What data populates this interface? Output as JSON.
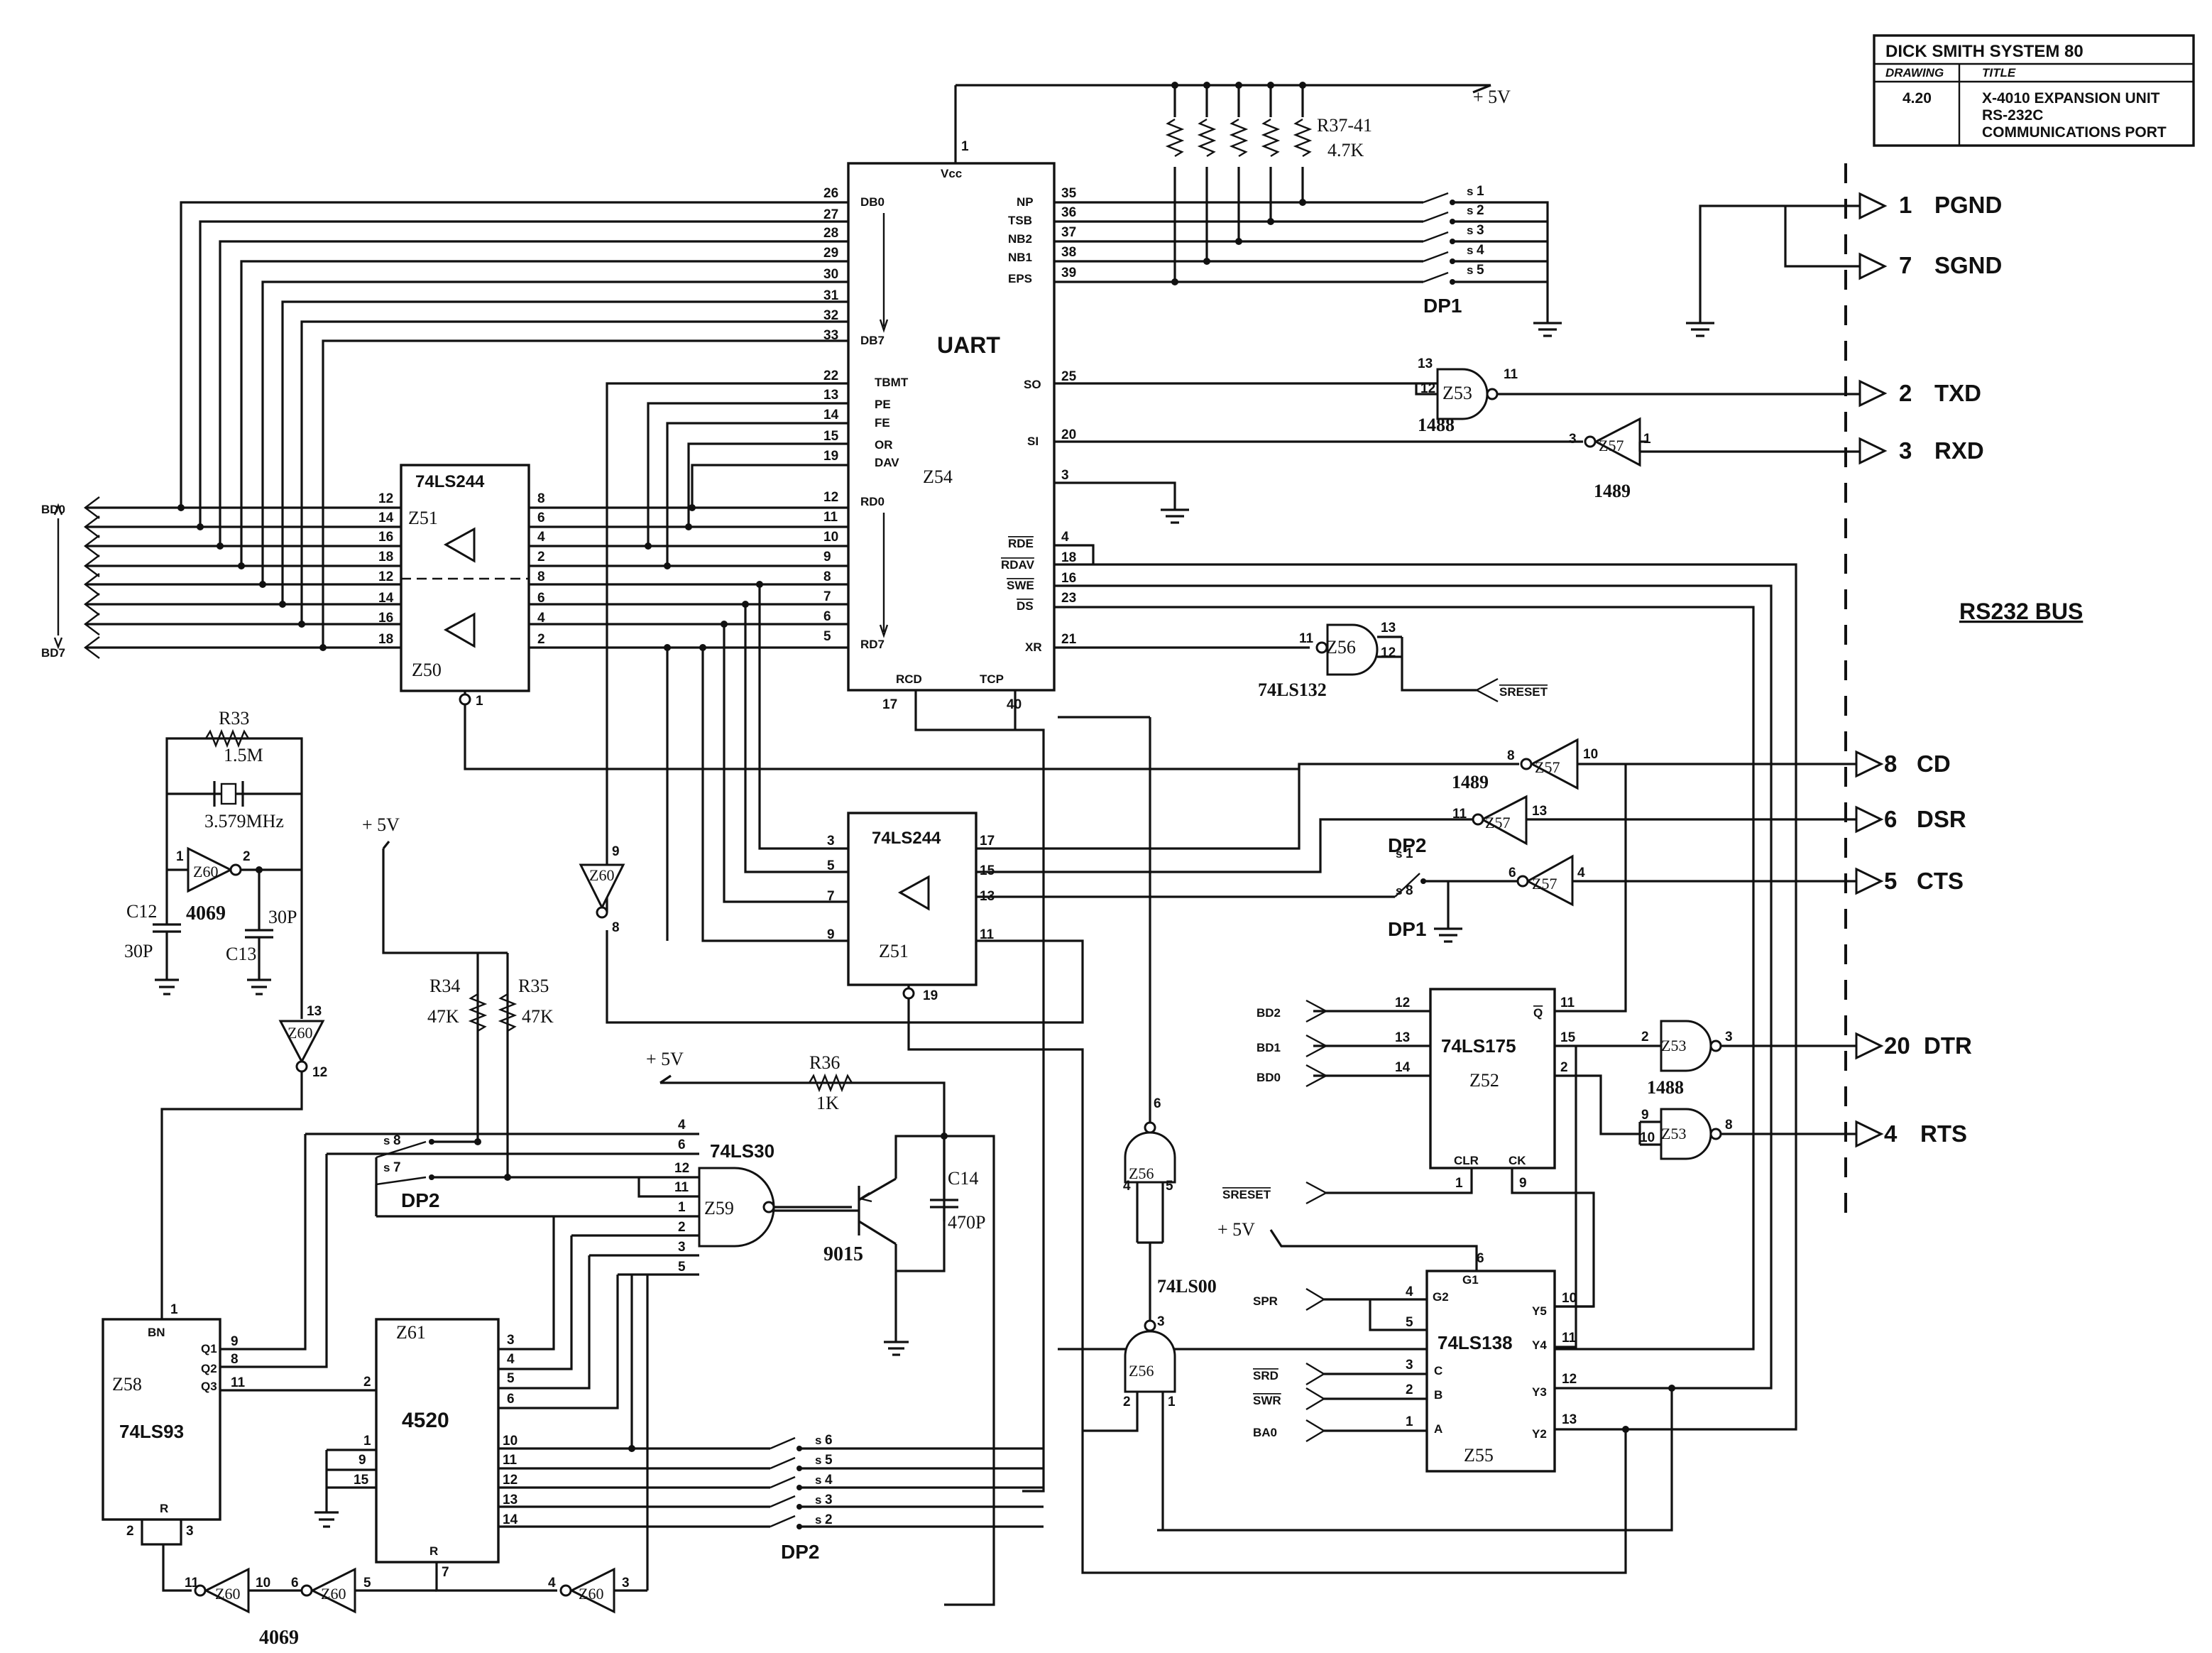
{
  "title_block": {
    "company": "DICK SMITH SYSTEM 80",
    "drawing_label": "DRAWING",
    "title_label": "TITLE",
    "drawing_number": "4.20",
    "title_line1": "X-4010 EXPANSION UNIT",
    "title_line2": "RS-232C",
    "title_line3": "COMMUNICATIONS PORT"
  },
  "bus_label": "RS232 BUS",
  "ports": [
    {
      "num": "1",
      "name": "PGND"
    },
    {
      "num": "7",
      "name": "SGND"
    },
    {
      "num": "2",
      "name": "TXD"
    },
    {
      "num": "3",
      "name": "RXD"
    },
    {
      "num": "8",
      "name": "CD"
    },
    {
      "num": "6",
      "name": "DSR"
    },
    {
      "num": "5",
      "name": "CTS"
    },
    {
      "num": "20",
      "name": "DTR"
    },
    {
      "num": "4",
      "name": "RTS"
    }
  ],
  "uart": {
    "name": "UART",
    "ref": "Z54",
    "vcc": "Vcc",
    "vcc_pin": "1",
    "left_pins": [
      "26",
      "27",
      "28",
      "29",
      "30",
      "31",
      "32",
      "33"
    ],
    "db_top": "DB0",
    "db_bottom": "DB7",
    "status_pins": [
      "22",
      "13",
      "14",
      "15",
      "19"
    ],
    "status_names": [
      "TBMT",
      "PE",
      "FE",
      "OR",
      "DAV"
    ],
    "rd_pins": [
      "12",
      "11",
      "10",
      "9",
      "8",
      "7",
      "6",
      "5"
    ],
    "rd_top": "RD0",
    "rd_bottom": "RD7",
    "right_pins": [
      "35",
      "36",
      "37",
      "38",
      "39"
    ],
    "right_names": [
      "NP",
      "TSB",
      "NB2",
      "NB1",
      "EPS"
    ],
    "so_pin": "25",
    "so_name": "SO",
    "si_pin": "20",
    "si_name": "SI",
    "gnd_pin": "3",
    "ctl_pins": [
      "4",
      "18",
      "16",
      "23"
    ],
    "ctl_names": [
      "RDE",
      "RDAV",
      "SWE",
      "DS"
    ],
    "xr_pin": "21",
    "xr_name": "XR",
    "rcd": "RCD",
    "tcp": "TCP",
    "rcd_pin": "17",
    "tcp_pin": "40"
  },
  "supply": "+ 5V",
  "resistor_net": {
    "ref": "R37-41",
    "value": "4.7K"
  },
  "dp1_switches": [
    "1",
    "2",
    "3",
    "4",
    "5"
  ],
  "switch_mark": "s",
  "dp1_label": "DP1",
  "dp2_label": "DP2",
  "gates": {
    "z53_txd": {
      "ref": "Z53",
      "part": "1488",
      "in1": "13",
      "in2": "12",
      "out": "11"
    },
    "z57_rxd": {
      "ref": "Z57",
      "part": "1489",
      "in": "3",
      "out": "1"
    },
    "z56_reset": {
      "ref": "Z56",
      "part": "74LS132",
      "p11": "11",
      "p13": "13",
      "p12": "12"
    },
    "z57_cd": {
      "ref": "Z57",
      "part": "1489",
      "in": "8",
      "out": "10"
    },
    "z57_dsr": {
      "ref": "Z57",
      "in": "11",
      "out": "13"
    },
    "z57_cts": {
      "ref": "Z57",
      "in": "6",
      "out": "4"
    },
    "z53_dtr": {
      "ref": "Z53",
      "part": "1488",
      "in": "2",
      "out": "3"
    },
    "z53_rts": {
      "ref": "Z53",
      "in1": "9",
      "in2": "10",
      "out": "8"
    },
    "z60_osc": {
      "ref": "Z60",
      "part": "4069",
      "in": "1",
      "out": "2"
    },
    "z60_a": {
      "ref": "Z60",
      "in": "9",
      "out": "8"
    },
    "z60_b": {
      "ref": "Z60",
      "in": "13",
      "out": "12"
    },
    "z56_top": {
      "ref": "Z56",
      "p6": "6",
      "p4": "4",
      "p5": "5"
    },
    "z56_bot": {
      "ref": "Z56",
      "part": "74LS00",
      "p3": "3",
      "p2": "2",
      "p1": "1"
    },
    "z60_c1": {
      "ref": "Z60",
      "in": "11",
      "out": "10"
    },
    "z60_c2": {
      "ref": "Z60",
      "in": "6",
      "out": "5"
    },
    "z60_c3": {
      "ref": "Z60",
      "in": "4",
      "out": "3"
    },
    "z60_chain_part": "4069"
  },
  "buffer_top": {
    "part": "74LS244",
    "ref_top": "Z51",
    "ref_bottom": "Z50",
    "left_pins": [
      "12",
      "14",
      "16",
      "18",
      "12",
      "14",
      "16",
      "18"
    ],
    "right_pins": [
      "8",
      "6",
      "4",
      "2",
      "8",
      "6",
      "4",
      "2"
    ],
    "enable_pin": "1"
  },
  "buffer_mid": {
    "part": "74LS244",
    "ref": "Z51",
    "left_pins": [
      "3",
      "5",
      "7",
      "9"
    ],
    "right_pins": [
      "17",
      "15",
      "13",
      "11"
    ],
    "enable_pin": "19"
  },
  "bus_signals": {
    "top": "BD0",
    "bottom": "BD7"
  },
  "oscillator": {
    "r_ref": "R33",
    "r_value": "1.5M",
    "crystal": "3.579MHz",
    "c12_ref": "C12",
    "c12_value": "30P",
    "c13_ref": "C13",
    "c13_value": "30P"
  },
  "pullups": {
    "supply": "+ 5V",
    "r34_ref": "R34",
    "r34_value": "47K",
    "r35_ref": "R35",
    "r35_value": "47K"
  },
  "r36": {
    "supply": "+ 5V",
    "ref": "R36",
    "value": "1K"
  },
  "z59": {
    "part": "74LS30",
    "ref": "Z59",
    "pins": [
      "4",
      "6",
      "12",
      "11",
      "1",
      "2",
      "3",
      "5"
    ]
  },
  "transistor": {
    "part": "9015",
    "cap_ref": "C14",
    "cap_value": "470P"
  },
  "dp2_top_switches": [
    "8",
    "7"
  ],
  "dp2_bottom_switches": [
    "6",
    "5",
    "4",
    "3",
    "2"
  ],
  "dp2_cts": {
    "s1": "1",
    "s8": "8"
  },
  "z58": {
    "part": "74LS93",
    "ref": "Z58",
    "bn": "BN",
    "bn_pin": "1",
    "q_pins": [
      "9",
      "8",
      "11"
    ],
    "q_names": [
      "Q1",
      "Q2",
      "Q3"
    ],
    "r": "R",
    "r_pins": [
      "2",
      "3"
    ]
  },
  "z61": {
    "part": "4520",
    "ref": "Z61",
    "left_pins": [
      "2",
      "1",
      "9",
      "15"
    ],
    "right_pins": [
      "3",
      "4",
      "5",
      "6",
      "10",
      "11",
      "12",
      "13",
      "14"
    ],
    "r": "R",
    "r_pin": "7"
  },
  "z52": {
    "part": "74LS175",
    "ref": "Z52",
    "inputs": [
      {
        "sig": "BD2",
        "pin": "12"
      },
      {
        "sig": "BD1",
        "pin": "13"
      },
      {
        "sig": "BD0",
        "pin": "14"
      }
    ],
    "out_q": "Q",
    "out_pins": [
      "11",
      "15",
      "2"
    ],
    "clr": "CLR",
    "ck": "CK",
    "clr_pin": "1",
    "ck_pin": "9"
  },
  "sreset": "SRESET",
  "z55": {
    "part": "74LS138",
    "ref": "Z55",
    "supply": "+ 5V",
    "inputs": [
      {
        "sig": "SPR",
        "pin": "4"
      },
      {
        "sig": "SRD",
        "pin": "3"
      },
      {
        "sig": "SWR",
        "pin": "2"
      },
      {
        "sig": "BA0",
        "pin": "1"
      }
    ],
    "g1": "G1",
    "g1_pin": "6",
    "g2": "G2",
    "g2b_pin": "5",
    "c": "C",
    "b": "B",
    "a": "A",
    "outputs": [
      "Y5",
      "Y4",
      "Y3",
      "Y2"
    ],
    "out_pins": [
      "10",
      "11",
      "12",
      "13"
    ]
  }
}
